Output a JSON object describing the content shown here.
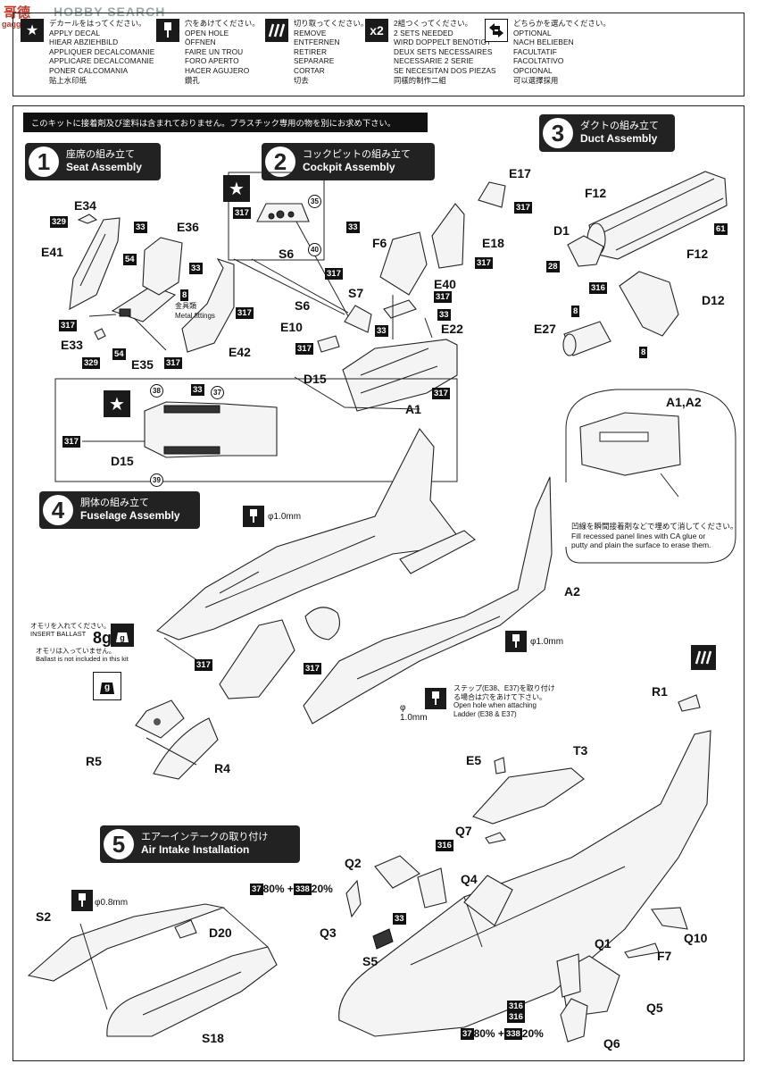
{
  "watermark": {
    "cn": "哥德",
    "brand": "HOBBY SEARCH",
    "site": "gaggi.net"
  },
  "legend": [
    {
      "icon": "star-icon",
      "jp": "デカールをはってください。",
      "text": "APPLY DECAL\nHIEAR ABZIEHBILD\nAPPLIQUER DECALCOMANIE\nAPPLICARE DECALCOMANIE\nPONER CALCOMANIA\n贴上水印纸"
    },
    {
      "icon": "drill-icon",
      "jp": "穴をあけてください。",
      "text": "OPEN HOLE\nÖFFNEN\nFAIRE UN TROU\nFORO APERTO\nHACER AGUJERO\n鑽孔"
    },
    {
      "icon": "cut-icon",
      "jp": "切り取ってください。",
      "text": "REMOVE\nENTFERNEN\nRETIRER\nSEPARARE\nCORTAR\n切去"
    },
    {
      "icon": "x2-icon",
      "label": "x2",
      "jp": "2組つくってください。",
      "text": "2 SETS NEEDED\nWIRD DOPPELT BENÖTIGT\nDEUX SETS NECESSAIRES\nNECESSARIE 2 SERIE\nSE NECESITAN DOS PIEZAS\n同樣的制作二組"
    },
    {
      "icon": "choose-icon",
      "jp": "どちらかを選んでください。",
      "text": "OPTIONAL\nNACH BELIEBEN\nFACULTATIF\nFACOLTATIVO\nOPCIONAL\n可以選擇採用"
    }
  ],
  "notice": "このキットに接着剤及び塗料は含まれておりません。プラスチック専用の物を別にお求め下さい。",
  "steps": [
    {
      "num": "1",
      "jp": "座席の組み立て",
      "en": "Seat Assembly"
    },
    {
      "num": "2",
      "jp": "コックピットの組み立て",
      "en": "Cockpit Assembly"
    },
    {
      "num": "3",
      "jp": "ダクトの組み立て",
      "en": "Duct Assembly"
    },
    {
      "num": "4",
      "jp": "胴体の組み立て",
      "en": "Fuselage Assembly"
    },
    {
      "num": "5",
      "jp": "エアーインテークの取り付け",
      "en": "Air Intake Installation"
    }
  ],
  "labels": {
    "e34": "E34",
    "e36": "E36",
    "e41": "E41",
    "e33": "E33",
    "e35": "E35",
    "e42": "E42",
    "e17": "E17",
    "f6": "F6",
    "e18": "E18",
    "e40": "E40",
    "s6a": "S6",
    "s6b": "S6",
    "s7": "S7",
    "e10": "E10",
    "e22": "E22",
    "d15a": "D15",
    "d15b": "D15",
    "f12a": "F12",
    "d1": "D1",
    "f12b": "F12",
    "d12": "D12",
    "e27": "E27",
    "a1a2": "A1,A2",
    "a1": "A1",
    "a2": "A2",
    "r5": "R5",
    "r4": "R4",
    "r1": "R1",
    "t3": "T3",
    "e5": "E5",
    "q7": "Q7",
    "q2": "Q2",
    "q4": "Q4",
    "q3": "Q3",
    "s5": "S5",
    "q1": "Q1",
    "f7": "F7",
    "q10": "Q10",
    "q5": "Q5",
    "q6": "Q6",
    "s2": "S2",
    "d20": "D20",
    "s18": "S18"
  },
  "paints": {
    "p329": "329",
    "p33": "33",
    "p317": "317",
    "p54": "54",
    "p8": "8",
    "p61": "61",
    "p28": "28",
    "p316": "316",
    "p37": "37",
    "p338": "338"
  },
  "circles": {
    "c35": "35",
    "c40": "40",
    "c38": "38",
    "c37": "37",
    "c39": "39"
  },
  "notes": {
    "metal": "金具類\nMetal fittings",
    "seam": "凹線を瞬間接着剤などで埋めて消してください。\nFill recessed panel lines with CA glue or\nputty and plain the surface to erase them.",
    "ballast_in": "オモリを入れてください。\nINSERT BALLAST",
    "ballast_weight": "8g",
    "ballast_out": "オモリは入っていません。\nBallast is not included in this kit",
    "hole1": "φ1.0mm",
    "hole2": "φ1.0mm",
    "hole3": "φ\n1.0mm",
    "hole4": "φ0.8mm",
    "ladder": "ステップ(E38、E37)を取り付け\nる場合は穴をあけて下さい。\nOpen hole when attaching\nLadder (E38 & E37)",
    "mix1": "80% + ",
    "mix1b": "20%",
    "mix2": "80% + ",
    "mix2b": "20%",
    "gram": "g"
  }
}
